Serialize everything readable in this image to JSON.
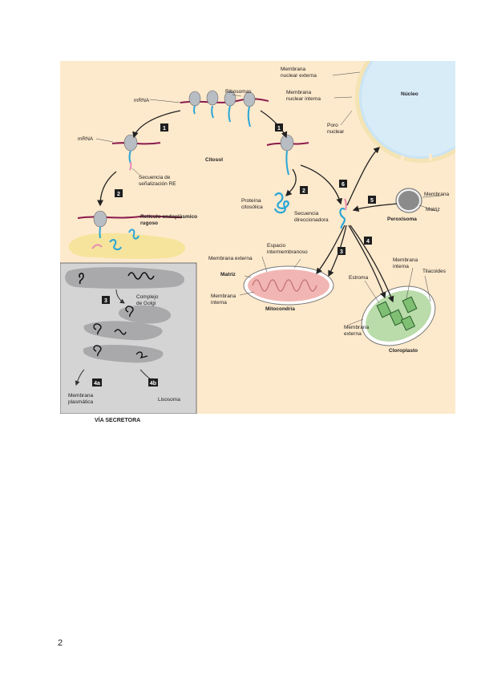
{
  "figure": {
    "labels": {
      "membrana_nuclear_externa": [
        "Membrana",
        "nuclear externa"
      ],
      "membrana_nuclear_interna": [
        "Membrana",
        "nuclear interna"
      ],
      "nucleo": "Núcleo",
      "poro_nuclear": [
        "Poro",
        "nuclear"
      ],
      "mrna_top": "mRNA",
      "ribosomas": "Ribosomas",
      "mrna_left": "mRNA",
      "citosol": "Citosol",
      "secuencia_senalizacion": [
        "Secuencia de",
        "señalización RE"
      ],
      "proteina_citosolica": [
        "Proteína",
        "citosólica"
      ],
      "secuencia_direccionadora": [
        "Secuencia",
        "direccionadora"
      ],
      "membrana_peroxisoma": "Membrana",
      "matriz_peroxisoma": "Matriz",
      "peroxisoma": "Peroxisoma",
      "reticulo": [
        "Retículo endoplásmico",
        "rugoso"
      ],
      "espacio_intermembranoso": [
        "Espacio",
        "intermembranoso"
      ],
      "membrana_externa_mito": "Membrana externa",
      "matriz_mito": "Matriz",
      "membrana_interna_mito": [
        "Membrana",
        "interna"
      ],
      "mitocondria": "Mitocondria",
      "membrana_interna_cloro": [
        "Membrana",
        "interna"
      ],
      "tilacoides": "Tilacoides",
      "estroma": "Estroma",
      "membrana_externa_cloro": [
        "Membrana",
        "externa"
      ],
      "cloroplasto": "Cloroplasto",
      "complejo_golgi": [
        "Complejo",
        "de Golgi"
      ],
      "membrana_plasmatica": [
        "Membrana",
        "plasmática"
      ],
      "lisosoma": "Lisosoma",
      "via_secretora": "VÍA SECRETORA"
    },
    "steps": [
      "1",
      "1",
      "2",
      "2",
      "3",
      "3",
      "4",
      "4a",
      "4b",
      "5",
      "6"
    ],
    "colors": {
      "background": "#fde9cc",
      "nucleus": "#c9e4f5",
      "nuclear_envelope": "#f4e3b3",
      "er": "#f6e49c",
      "secretory_panel": "#d4d4d4",
      "golgi": "#a9a9ab",
      "mitochondria": "#f1b6b3",
      "chloroplast": "#b9dcaa",
      "peroxisome": "#8b8b8b",
      "mrna": "#8a1b4d",
      "protein": "#2aa6d6",
      "step_box": "#1e1e1e"
    }
  },
  "page": {
    "number": "2"
  }
}
